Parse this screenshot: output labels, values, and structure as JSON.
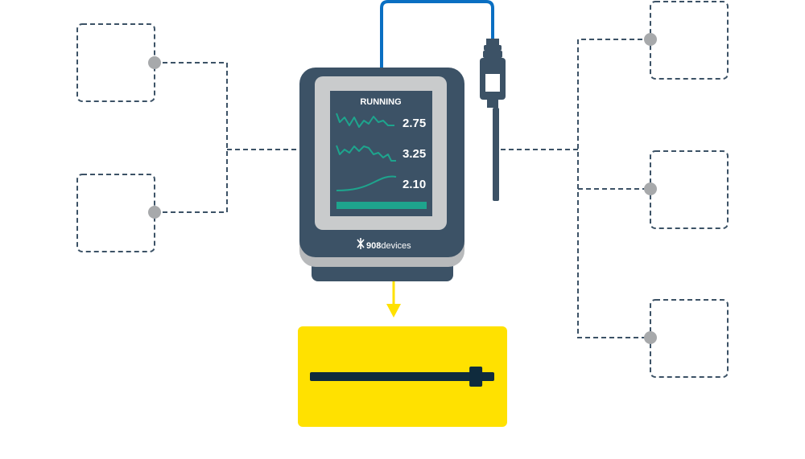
{
  "device": {
    "status": "RUNNING",
    "readings": [
      {
        "value": "2.75"
      },
      {
        "value": "3.25"
      },
      {
        "value": "2.10"
      }
    ],
    "brand_number": "908",
    "brand_word": "devices"
  },
  "colors": {
    "device_body": "#3c5266",
    "device_base": "#b7b9bb",
    "screen_bezel": "#c9cbcc",
    "screen_bg": "#3c5266",
    "trace": "#1ea48d",
    "cable": "#0a6fc2",
    "connector": "#3c5266",
    "dashed_line": "#3c5266",
    "node_dot": "#a7a9ab",
    "arrow": "#ffe100",
    "panel": "#ffe100",
    "slider": "#0f2b3d"
  },
  "icons": {
    "brand_logo": "x-mark-logo-icon",
    "arrow": "arrow-down-icon"
  },
  "slider": {
    "position": 0.9
  }
}
